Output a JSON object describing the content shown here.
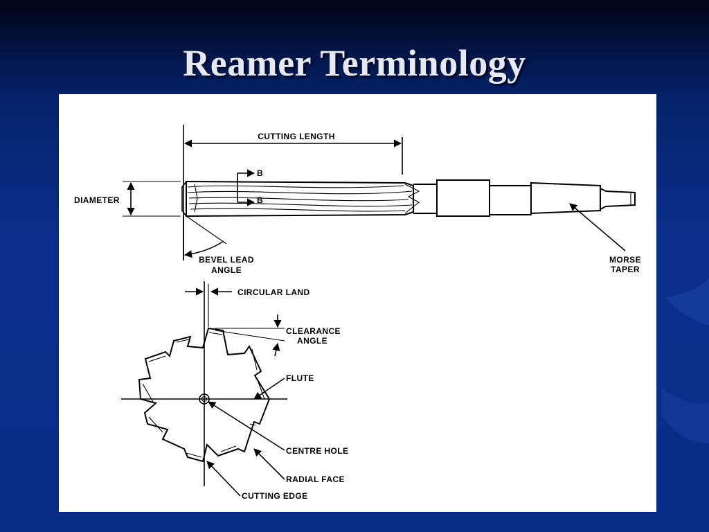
{
  "slide": {
    "title": "Reamer Terminology"
  },
  "diagram": {
    "labels": {
      "cutting_length": "CUTTING LENGTH",
      "diameter": "DIAMETER",
      "section_b_top": "B",
      "section_b_bottom": "B",
      "bevel_lead_line1": "BEVEL LEAD",
      "bevel_lead_line2": "ANGLE",
      "morse_line1": "MORSE",
      "morse_line2": "TAPER",
      "circular_land": "CIRCULAR LAND",
      "clearance_line1": "CLEARANCE",
      "clearance_line2": "ANGLE",
      "flute": "FLUTE",
      "centre_hole": "CENTRE HOLE",
      "radial_face": "RADIAL FACE",
      "cutting_edge": "CUTTING EDGE"
    }
  }
}
